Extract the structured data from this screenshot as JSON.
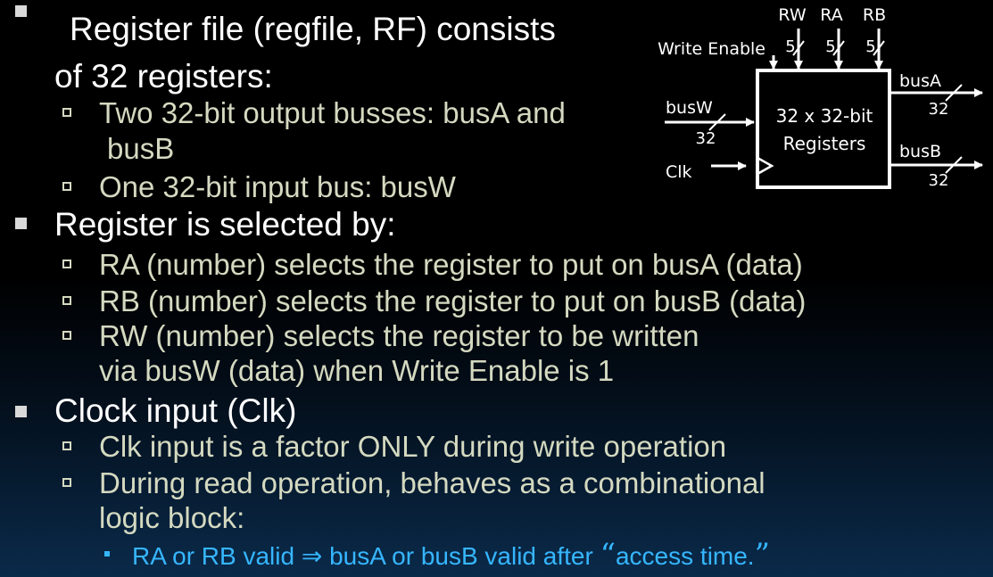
{
  "bullets": {
    "b1_line1": "Register file (regfile, RF) consists",
    "b1_line2": "of 32 registers:",
    "b1_sub1_line1": "Two 32-bit output busses: busA and",
    "b1_sub1_line2": "busB",
    "b1_sub2": "One 32-bit input bus: busW",
    "b2": "Register is selected by:",
    "b2_sub1": "RA (number) selects the register to put on busA (data)",
    "b2_sub2": "RB (number) selects the register to put on busB (data)",
    "b2_sub3_line1": "RW (number) selects the register to be  written",
    "b2_sub3_line2": "via busW (data) when Write Enable is 1",
    "b3": "Clock input (Clk)",
    "b3_sub1": "Clk input is a factor ONLY during write operation",
    "b3_sub2_line1": "During read operation, behaves as a combinational",
    "b3_sub2_line2": "logic block:",
    "b3_sub2_sub1_a": "RA or RB valid ⇒ busA or busB valid after ",
    "b3_sub2_sub1_open": "“",
    "b3_sub2_sub1_b": "access time.",
    "b3_sub2_sub1_close": "”"
  },
  "diagram": {
    "label_rw": "RW",
    "label_ra": "RA",
    "label_rb": "RB",
    "label_write_enable": "Write Enable",
    "width_rw": "5",
    "width_ra": "5",
    "width_rb": "5",
    "box_line1": "32 x 32-bit",
    "box_line2": "Registers",
    "label_busw": "busW",
    "width_busw": "32",
    "label_clk": "Clk",
    "label_busa": "busA",
    "width_busa": "32",
    "label_busb": "busB",
    "width_busb": "32"
  },
  "colors": {
    "level1_text": "#ffffff",
    "level2_text": "#d4d9c0",
    "level3_text": "#36b6ff",
    "background_top": "#000000",
    "background_bottom": "#0a2a4a"
  }
}
